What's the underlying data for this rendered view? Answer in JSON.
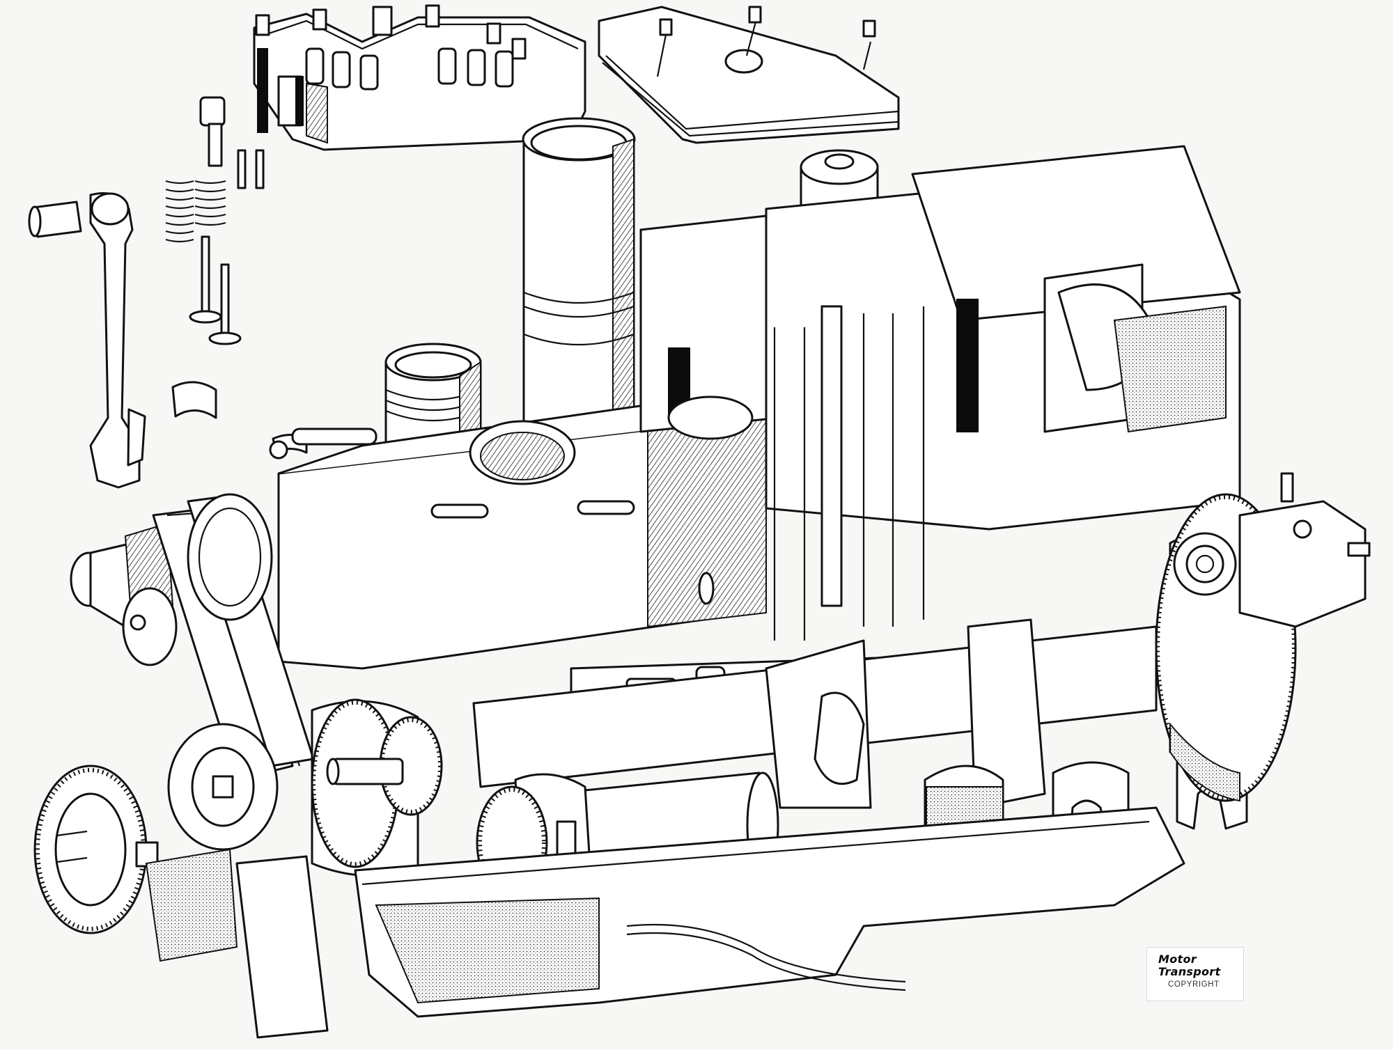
{
  "illustration": {
    "subject": "Exploded cutaway drawing of a six-cylinder diesel engine",
    "style": "black ink line art with hatching and stippling on white",
    "background_color": "#f7f7f5",
    "ink_color": "#111111",
    "components": [
      {
        "id": "rocker-cover-left",
        "label": "Cylinder head with rocker gear (exploded)"
      },
      {
        "id": "rocker-cover-right",
        "label": "Rocker cover"
      },
      {
        "id": "cylinder-liner",
        "label": "Cylinder liner"
      },
      {
        "id": "piston",
        "label": "Piston"
      },
      {
        "id": "connecting-rod",
        "label": "Connecting rod"
      },
      {
        "id": "valves-springs",
        "label": "Valves, springs and rockers"
      },
      {
        "id": "oil-filter",
        "label": "Filter canister"
      },
      {
        "id": "cylinder-block",
        "label": "Cylinder block"
      },
      {
        "id": "push-rods",
        "label": "Push rods"
      },
      {
        "id": "camshaft",
        "label": "Camshaft"
      },
      {
        "id": "crankshaft",
        "label": "Crankshaft"
      },
      {
        "id": "main-bearing-caps",
        "label": "Main bearing caps"
      },
      {
        "id": "fan-pulley",
        "label": "Fan pulley and belts"
      },
      {
        "id": "timing-gears",
        "label": "Timing gears"
      },
      {
        "id": "vibration-damper",
        "label": "Vibration damper"
      },
      {
        "id": "starter-motor",
        "label": "Starter motor"
      },
      {
        "id": "flywheel",
        "label": "Flywheel with ring gear"
      },
      {
        "id": "injection-pump",
        "label": "Fuel injection pump"
      },
      {
        "id": "sump",
        "label": "Oil sump"
      }
    ]
  },
  "copyright_label": {
    "line1": "Motor",
    "line2": "Transport",
    "line3": "COPYRIGHT"
  }
}
